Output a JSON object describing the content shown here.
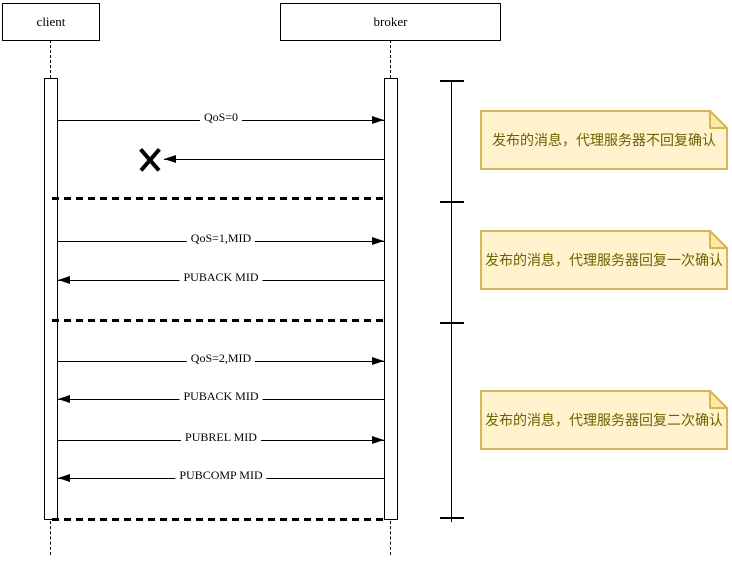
{
  "diagram_type": "uml-sequence",
  "actors": [
    {
      "name": "client"
    },
    {
      "name": "broker"
    }
  ],
  "sections": [
    {
      "note": "发布的消息，代理服务器不回复确认",
      "messages": [
        {
          "label": "QoS=0",
          "from": "client",
          "to": "broker"
        },
        {
          "label": "",
          "from": "broker",
          "to": "client",
          "status": "lost"
        }
      ]
    },
    {
      "note": "发布的消息，代理服务器回复一次确认",
      "messages": [
        {
          "label": "QoS=1,MID",
          "from": "client",
          "to": "broker"
        },
        {
          "label": "PUBACK MID",
          "from": "broker",
          "to": "client"
        }
      ]
    },
    {
      "note": "发布的消息，代理服务器回复二次确认",
      "messages": [
        {
          "label": "QoS=2,MID",
          "from": "client",
          "to": "broker"
        },
        {
          "label": "PUBACK MID",
          "from": "broker",
          "to": "client"
        },
        {
          "label": "PUBREL MID",
          "from": "client",
          "to": "broker"
        },
        {
          "label": "PUBCOMP MID",
          "from": "broker",
          "to": "client"
        }
      ]
    }
  ],
  "colors": {
    "note_fill": "#FFF2CC",
    "note_border": "#D6B656",
    "note_fold": "#FFE9A8",
    "note_text": "#666600",
    "line": "#000000",
    "background": "#FFFFFF"
  }
}
